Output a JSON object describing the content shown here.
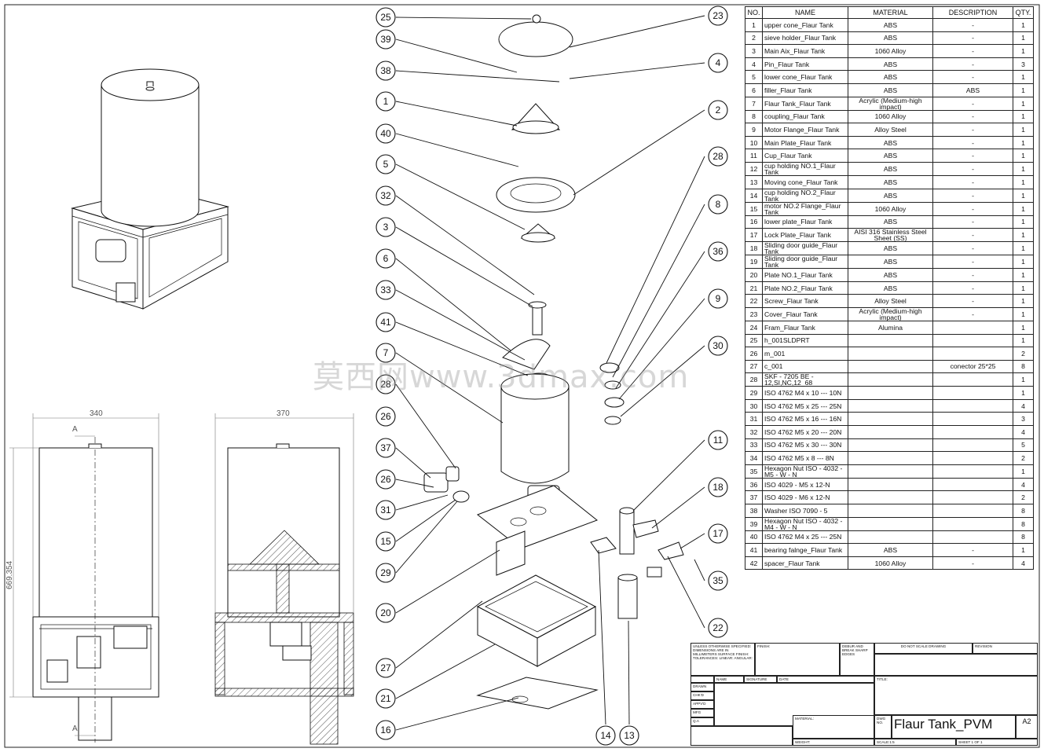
{
  "balloons": [
    "25",
    "39",
    "38",
    "1",
    "40",
    "5",
    "32",
    "3",
    "6",
    "33",
    "41",
    "7",
    "28",
    "26",
    "37",
    "26",
    "31",
    "15",
    "29",
    "20",
    "27",
    "21",
    "16",
    "23",
    "4",
    "2",
    "28",
    "8",
    "36",
    "9",
    "30",
    "11",
    "18",
    "17",
    "35",
    "22",
    "14",
    "13"
  ],
  "dimensions": {
    "front_width": "340",
    "side_width": "370",
    "height": "669.354",
    "section_mark": "A"
  },
  "bom": {
    "headers": [
      "NO.",
      "NAME",
      "MATERIAL",
      "DESCRIPTION",
      "QTY."
    ],
    "rows": [
      [
        "1",
        "upper cone_Flaur Tank",
        "ABS",
        "-",
        "1"
      ],
      [
        "2",
        "sieve holder_Flaur Tank",
        "ABS",
        "-",
        "1"
      ],
      [
        "3",
        "Main Aix_Flaur Tank",
        "1060 Alloy",
        "-",
        "1"
      ],
      [
        "4",
        "Pin_Flaur Tank",
        "ABS",
        "-",
        "3"
      ],
      [
        "5",
        "lower cone_Flaur Tank",
        "ABS",
        "-",
        "1"
      ],
      [
        "6",
        "filler_Flaur Tank",
        "ABS",
        "ABS",
        "1"
      ],
      [
        "7",
        "Flaur Tank_Flaur Tank",
        "Acrylic (Medium-high impact)",
        "-",
        "1"
      ],
      [
        "8",
        "coupling_Flaur Tank",
        "1060 Alloy",
        "-",
        "1"
      ],
      [
        "9",
        "Motor Flange_Flaur Tank",
        "Alloy Steel",
        "-",
        "1"
      ],
      [
        "10",
        "Main Plate_Flaur Tank",
        "ABS",
        "-",
        "1"
      ],
      [
        "11",
        "Cup_Flaur Tank",
        "ABS",
        "-",
        "1"
      ],
      [
        "12",
        "cup holding NO.1_Flaur Tank",
        "ABS",
        "-",
        "1"
      ],
      [
        "13",
        "Moving cone_Flaur Tank",
        "ABS",
        "-",
        "1"
      ],
      [
        "14",
        "cup holding NO.2_Flaur Tank",
        "ABS",
        "-",
        "1"
      ],
      [
        "15",
        "motor NO.2 Flange_Flaur Tank",
        "1060 Alloy",
        "-",
        "1"
      ],
      [
        "16",
        "lower plate_Flaur Tank",
        "ABS",
        "-",
        "1"
      ],
      [
        "17",
        "Lock Plate_Flaur Tank",
        "AISI 316 Stainless Steel Sheet (SS)",
        "-",
        "1"
      ],
      [
        "18",
        "Sliding door guide_Flaur Tank",
        "ABS",
        "-",
        "1"
      ],
      [
        "19",
        "Sliding door guide_Flaur Tank",
        "ABS",
        "-",
        "1"
      ],
      [
        "20",
        "Plate NO.1_Flaur Tank",
        "ABS",
        "-",
        "1"
      ],
      [
        "21",
        "Plate NO.2_Flaur Tank",
        "ABS",
        "-",
        "1"
      ],
      [
        "22",
        "Screw_Flaur Tank",
        "Alloy Steel",
        "-",
        "1"
      ],
      [
        "23",
        "Cover_Flaur Tank",
        "Acrylic (Medium-high impact)",
        "-",
        "1"
      ],
      [
        "24",
        "Fram_Flaur Tank",
        "Alumina",
        "",
        "1"
      ],
      [
        "25",
        "h_001SLDPRT",
        "",
        "",
        "1"
      ],
      [
        "26",
        "m_001",
        "",
        "",
        "2"
      ],
      [
        "27",
        "c_001",
        "",
        "conector 25*25",
        "8"
      ],
      [
        "28",
        "SKF - 7205 BE - 12,SI,NC,12_68",
        "",
        "",
        "1"
      ],
      [
        "29",
        "ISO 4762 M4 x 10 --- 10N",
        "",
        "",
        "1"
      ],
      [
        "30",
        "ISO 4762 M5 x 25 --- 25N",
        "",
        "",
        "4"
      ],
      [
        "31",
        "ISO 4762 M5 x 16 --- 16N",
        "",
        "",
        "3"
      ],
      [
        "32",
        "ISO 4762 M5 x 20 --- 20N",
        "",
        "",
        "4"
      ],
      [
        "33",
        "ISO 4762 M5 x 30 --- 30N",
        "",
        "",
        "5"
      ],
      [
        "34",
        "ISO 4762 M5 x 8 --- 8N",
        "",
        "",
        "2"
      ],
      [
        "35",
        "Hexagon Nut ISO - 4032 - M5 - W - N",
        "",
        "",
        "1"
      ],
      [
        "36",
        "ISO 4029 - M5 x 12-N",
        "",
        "",
        "4"
      ],
      [
        "37",
        "ISO 4029 - M6 x 12-N",
        "",
        "",
        "2"
      ],
      [
        "38",
        "Washer ISO 7090 - 5",
        "",
        "",
        "8"
      ],
      [
        "39",
        "Hexagon Nut ISO - 4032 - M4 - W - N",
        "",
        "",
        "8"
      ],
      [
        "40",
        "ISO 4762 M4 x 25 --- 25N",
        "",
        "",
        "8"
      ],
      [
        "41",
        "bearing falnge_Flaur Tank",
        "ABS",
        "-",
        "1"
      ],
      [
        "42",
        "spacer_Flaur Tank",
        "1060 Alloy",
        "-",
        "4"
      ]
    ]
  },
  "watermark": "莫西网www.3dmax.com",
  "title_block": {
    "tolerances": "UNLESS OTHERWISE SPECIFIED: DIMENSIONS ARE IN MILLIMETERS SURFACE FINISH: TOLERANCES: LINEAR: ANGULAR:",
    "finish": "FINISH:",
    "deburr": "DEBUR AND BREAK SHARP EDGES",
    "no_scale": "DO NOT SCALE DRAWING",
    "revision": "REVISION",
    "name_col": "NAME",
    "signature_col": "SIGNATURE",
    "date_col": "DATE",
    "roles": [
      "DRAWN",
      "CHK'D",
      "APPV'D",
      "MFG",
      "Q.A"
    ],
    "title_label": "TITLE:",
    "material_label": "MATERIAL:",
    "dwg_no_label": "DWG NO.",
    "drawing_title": "Flaur Tank_PVM",
    "size": "A2",
    "weight_label": "WEIGHT:",
    "scale_label": "SCALE:1:5",
    "sheet_label": "SHEET 1 OF 1"
  }
}
